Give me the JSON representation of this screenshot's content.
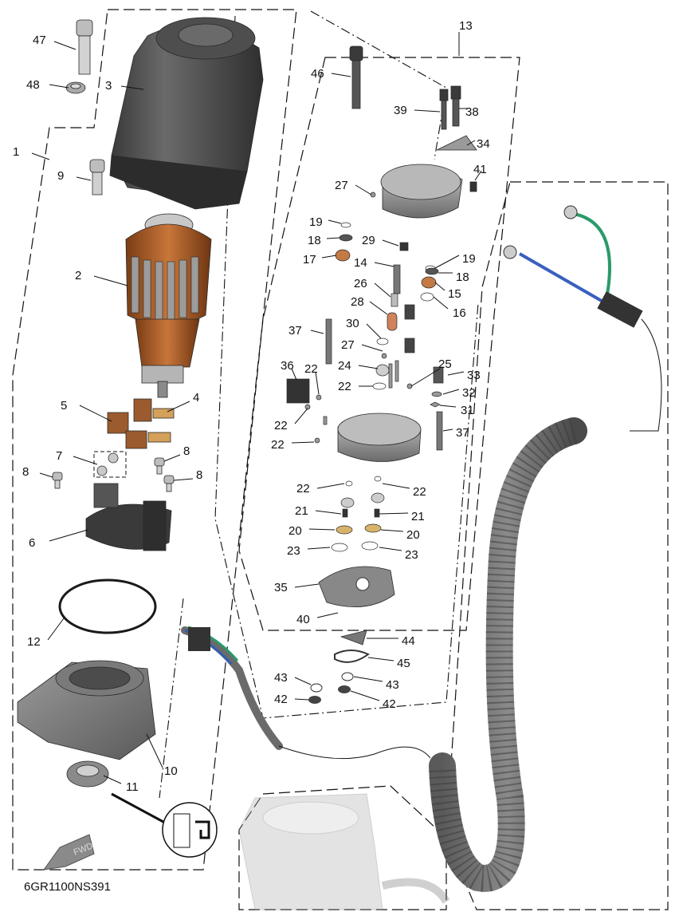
{
  "diagram": {
    "code": "6GR1100NS391",
    "fwd_label": "FWD",
    "callouts": [
      "47",
      "48",
      "3",
      "1",
      "9",
      "2",
      "5",
      "4",
      "7",
      "8",
      "8",
      "8",
      "6",
      "12",
      "10",
      "11",
      "13",
      "46",
      "39",
      "38",
      "34",
      "41",
      "27",
      "19",
      "18",
      "17",
      "29",
      "14",
      "19",
      "18",
      "15",
      "16",
      "26",
      "28",
      "37",
      "30",
      "27",
      "24",
      "22",
      "36",
      "22",
      "25",
      "33",
      "32",
      "31",
      "22",
      "22",
      "37",
      "22",
      "22",
      "21",
      "21",
      "20",
      "20",
      "23",
      "23",
      "35",
      "40",
      "44",
      "45",
      "43",
      "43",
      "42",
      "42"
    ]
  }
}
